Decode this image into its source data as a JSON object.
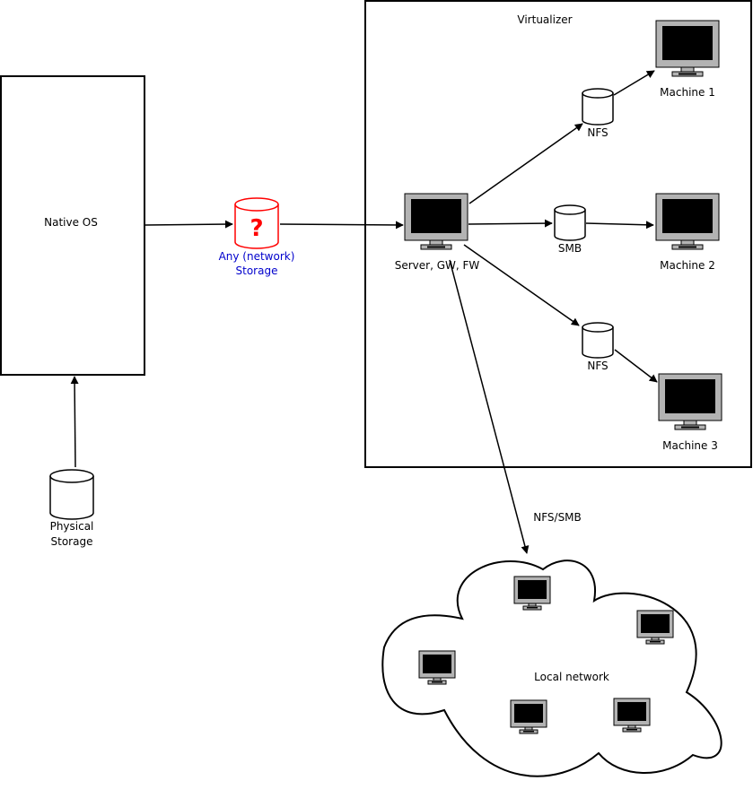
{
  "boxes": {
    "native_os": "Native OS",
    "virtualizer": "Virtualizer"
  },
  "storage": {
    "physical": [
      "Physical",
      "Storage"
    ],
    "any_network": [
      "Any (network)",
      "Storage"
    ],
    "unknown_mark": "?",
    "nfs_top": "NFS",
    "smb": "SMB",
    "nfs_bottom": "NFS"
  },
  "machines": {
    "server": "Server, GW, FW",
    "machine1": "Machine 1",
    "machine2": "Machine 2",
    "machine3": "Machine 3"
  },
  "links": {
    "nfs_smb": "NFS/SMB"
  },
  "cloud": {
    "label": "Local network"
  },
  "colors": {
    "line": "#000000",
    "monitor_bezel": "#b3b3b3",
    "screen": "#000000",
    "unknown_storage": "#ff0000",
    "unknown_label": "#0000cc"
  }
}
